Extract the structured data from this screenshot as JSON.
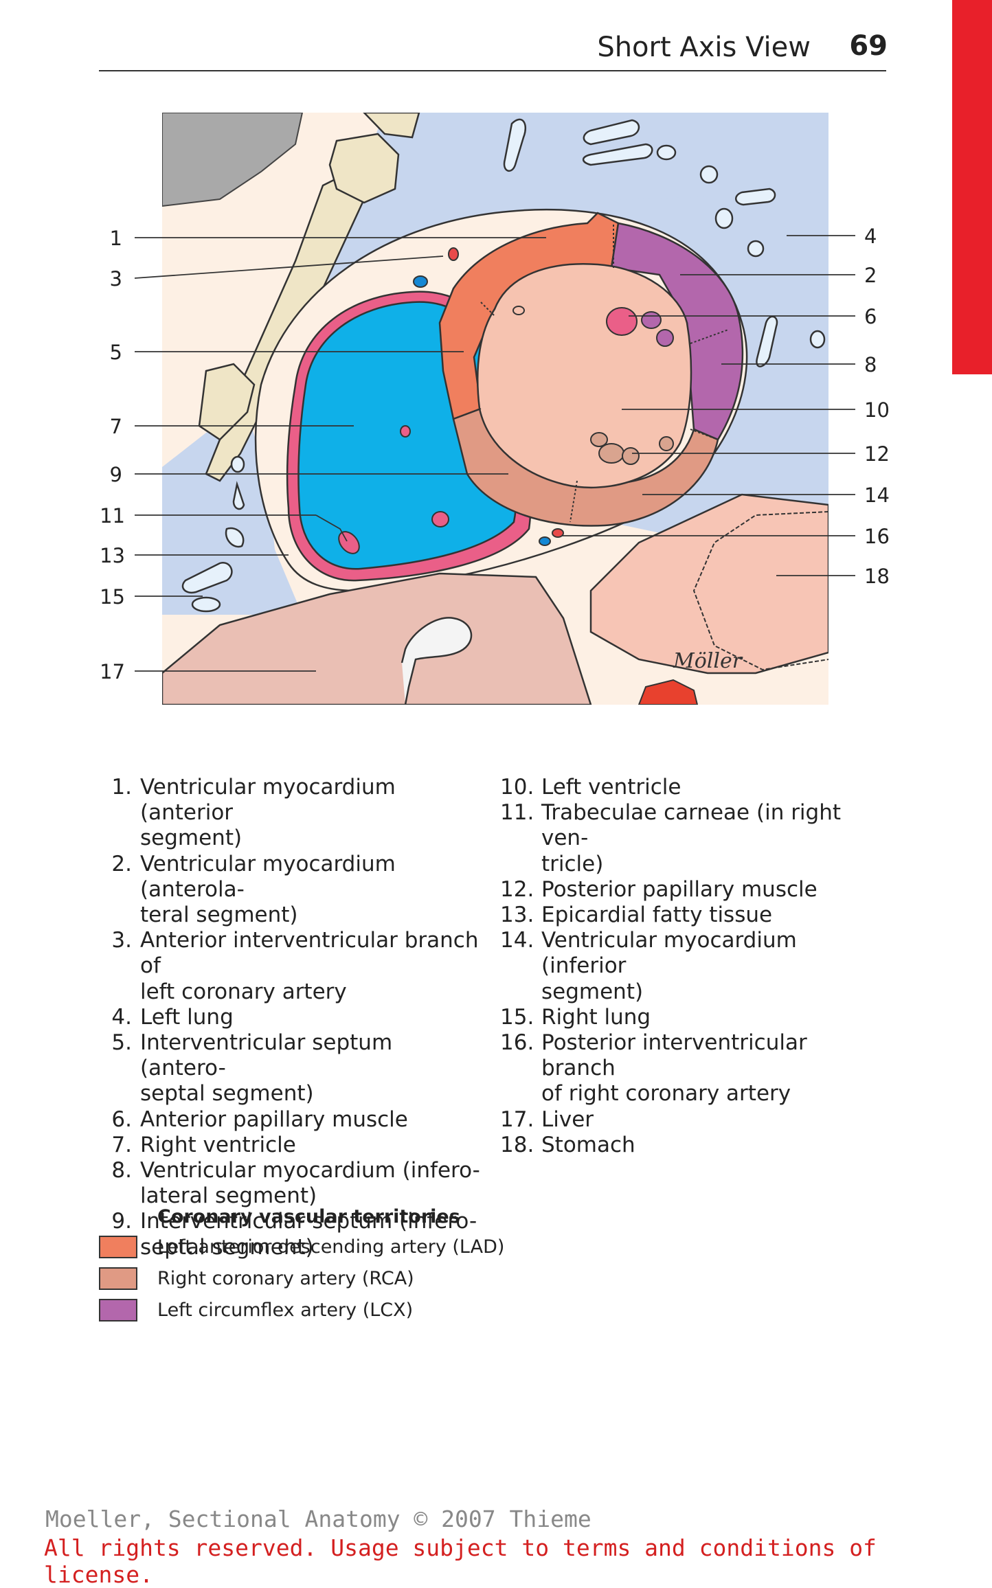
{
  "header": {
    "title": "Short Axis View",
    "page_number": "69"
  },
  "figure": {
    "left_callouts": [
      "1",
      "3",
      "5",
      "7",
      "9",
      "11",
      "13",
      "15",
      "17"
    ],
    "right_callouts": [
      "4",
      "2",
      "6",
      "8",
      "10",
      "12",
      "14",
      "16",
      "18"
    ],
    "signature": "Möller"
  },
  "legend": {
    "left": [
      {
        "num": "1.",
        "lines": [
          "Ventricular myocardium (anterior",
          "segment)"
        ]
      },
      {
        "num": "2.",
        "lines": [
          "Ventricular myocardium (anterola-",
          "teral segment)"
        ]
      },
      {
        "num": "3.",
        "lines": [
          "Anterior interventricular branch of",
          "left coronary artery"
        ]
      },
      {
        "num": "4.",
        "lines": [
          "Left lung"
        ]
      },
      {
        "num": "5.",
        "lines": [
          "Interventricular septum (antero-",
          "septal segment)"
        ]
      },
      {
        "num": "6.",
        "lines": [
          "Anterior papillary muscle"
        ]
      },
      {
        "num": "7.",
        "lines": [
          "Right ventricle"
        ]
      },
      {
        "num": "8.",
        "lines": [
          "Ventricular myocardium (infero-",
          "lateral segment)"
        ]
      },
      {
        "num": "9.",
        "lines": [
          "Interventricular septum (infero-",
          "septal segment)"
        ]
      }
    ],
    "right": [
      {
        "num": "10.",
        "lines": [
          "Left ventricle"
        ]
      },
      {
        "num": "11.",
        "lines": [
          "Trabeculae carneae (in right ven-",
          "tricle)"
        ]
      },
      {
        "num": "12.",
        "lines": [
          "Posterior papillary muscle"
        ]
      },
      {
        "num": "13.",
        "lines": [
          "Epicardial fatty tissue"
        ]
      },
      {
        "num": "14.",
        "lines": [
          "Ventricular myocardium (inferior",
          "segment)"
        ]
      },
      {
        "num": "15.",
        "lines": [
          "Right lung"
        ]
      },
      {
        "num": "16.",
        "lines": [
          "Posterior interventricular branch",
          "of right coronary artery"
        ]
      },
      {
        "num": "17.",
        "lines": [
          "Liver"
        ]
      },
      {
        "num": "18.",
        "lines": [
          "Stomach"
        ]
      }
    ]
  },
  "territories": {
    "title": "Coronary vascular territories",
    "items": [
      {
        "label": "Left anterior descending artery (LAD)",
        "color": "#f07f5e"
      },
      {
        "label": "Right coronary artery (RCA)",
        "color": "#e09a84"
      },
      {
        "label": "Left circumflex artery (LCX)",
        "color": "#b367ac"
      }
    ]
  },
  "colors": {
    "accent_tab": "#e8202a",
    "lung": "#c7d6ee",
    "fat": "#fdf0e4",
    "bone": "#efe5c6",
    "right_ventricle": "#0fb0e8",
    "lv_cavity": "#f6c3b0",
    "liver": "#eabfb4",
    "stomach": "#f7c5b5",
    "pericardium_pink": "#ea5f88",
    "vessel_red": "#e84a4a",
    "vessel_blue": "#1588d4"
  },
  "footer": {
    "copyright": "Moeller, Sectional Anatomy © 2007 Thieme",
    "rights": "All rights reserved. Usage subject to terms and conditions of license."
  }
}
